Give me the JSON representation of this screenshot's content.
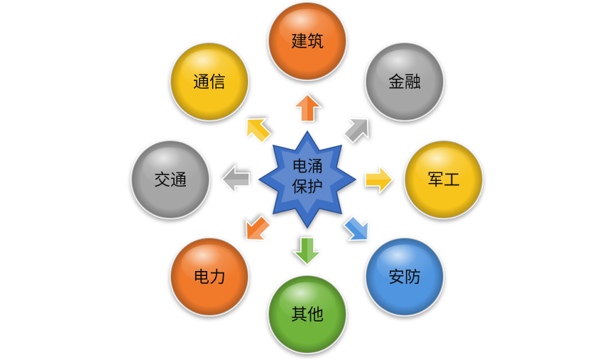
{
  "center": {
    "line1": "电涌",
    "line2": "保护",
    "color": "#3d6fc4"
  },
  "nodes": [
    {
      "label": "建筑",
      "color": "#f07a2c"
    },
    {
      "label": "金融",
      "color": "#a6a6a6"
    },
    {
      "label": "军工",
      "color": "#f7c41a"
    },
    {
      "label": "安防",
      "color": "#4f95e0"
    },
    {
      "label": "其他",
      "color": "#6fb43a"
    },
    {
      "label": "电力",
      "color": "#f07a2c"
    },
    {
      "label": "交通",
      "color": "#a6a6a6"
    },
    {
      "label": "通信",
      "color": "#f7c41a"
    }
  ],
  "arrows": [
    {
      "color": "#f07a2c"
    },
    {
      "color": "#a6a6a6"
    },
    {
      "color": "#f7c41a"
    },
    {
      "color": "#4f95e0"
    },
    {
      "color": "#6fb43a"
    },
    {
      "color": "#f07a2c"
    },
    {
      "color": "#a6a6a6"
    },
    {
      "color": "#f7c41a"
    }
  ]
}
